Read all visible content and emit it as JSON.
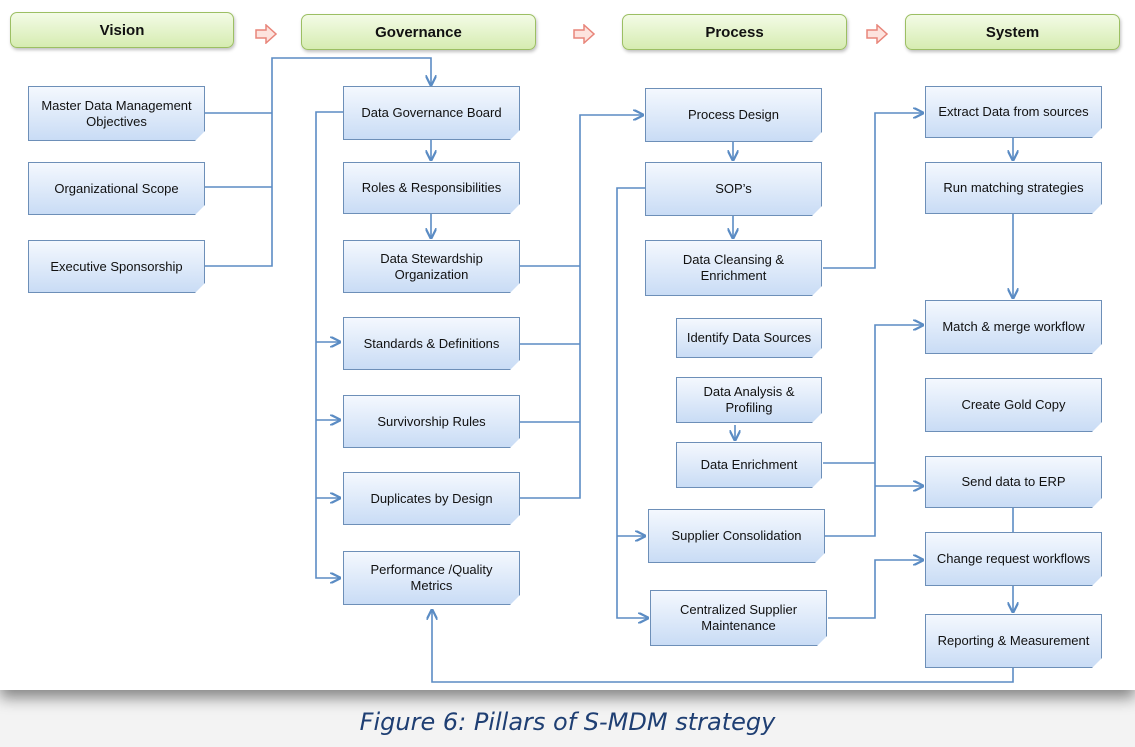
{
  "headers": {
    "vision": "Vision",
    "governance": "Governance",
    "process": "Process",
    "system": "System"
  },
  "vision": {
    "mdm_objectives": "Master Data Management Objectives",
    "org_scope": "Organizational Scope",
    "exec_sponsorship": "Executive Sponsorship"
  },
  "governance": {
    "board": "Data Governance Board",
    "roles": "Roles & Responsibilities",
    "stewardship": "Data Stewardship Organization",
    "standards": "Standards & Definitions",
    "survivorship": "Survivorship Rules",
    "duplicates": "Duplicates by Design",
    "metrics": "Performance /Quality Metrics"
  },
  "process": {
    "process_design": "Process Design",
    "sops": "SOP’s",
    "cleansing": "Data Cleansing & Enrichment",
    "identify": "Identify Data Sources",
    "analysis": "Data Analysis & Profiling",
    "enrichment": "Data Enrichment",
    "consolidation": "Supplier Consolidation",
    "maintenance": "Centralized Supplier Maintenance"
  },
  "system": {
    "extract": "Extract Data from sources",
    "matching": "Run matching strategies",
    "match_merge": "Match & merge workflow",
    "gold_copy": "Create Gold Copy",
    "send_erp": "Send data to ERP",
    "change_request": "Change request workflows",
    "reporting": "Reporting & Measurement"
  },
  "caption": "Figure 6: Pillars of S-MDM strategy",
  "colors": {
    "connector": "#5b8cc4",
    "header_fill": "#d6ecb1",
    "box_fill": "#c9dcf5",
    "pillar_arrow": "#e8857a",
    "caption": "#1f3f73"
  }
}
